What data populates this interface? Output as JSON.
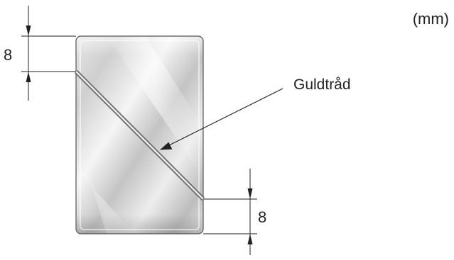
{
  "unit": "(mm)",
  "callout_label": "Guldtråd",
  "dimension_top": "8",
  "dimension_bottom": "8",
  "colors": {
    "line": "#222222",
    "plate_edge": "#555555",
    "wire_dark": "#6f6f6f",
    "wire_light": "#f4f4f4"
  }
}
